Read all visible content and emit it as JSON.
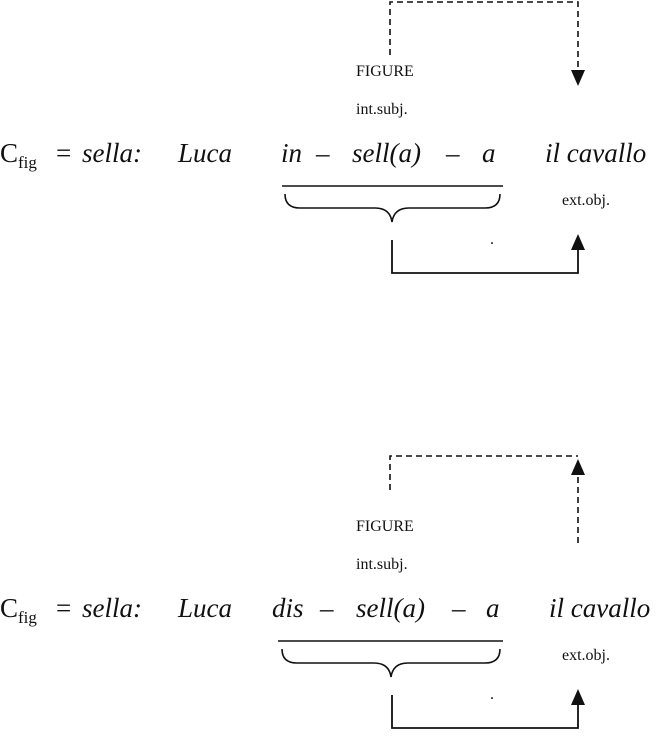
{
  "diagrams": [
    {
      "figure_label": "FIGURE",
      "subject_label": "int.subj.",
      "object_label": "ext.obj.",
      "c": "C",
      "c_sub": "fig",
      "equals": "=",
      "base": "sella:",
      "subject": "Luca",
      "prefix": "in",
      "dash1": "–",
      "stem": "sell(a)",
      "dash2": "–",
      "suffix": "a",
      "object": "il cavallo",
      "dot": "."
    },
    {
      "figure_label": "FIGURE",
      "subject_label": "int.subj.",
      "object_label": "ext.obj.",
      "c": "C",
      "c_sub": "fig",
      "equals": "=",
      "base": "sella:",
      "subject": "Luca",
      "prefix": "dis",
      "dash1": "–",
      "stem": "sell(a)",
      "dash2": "–",
      "suffix": "a",
      "object": "il cavallo",
      "dot": "."
    }
  ]
}
